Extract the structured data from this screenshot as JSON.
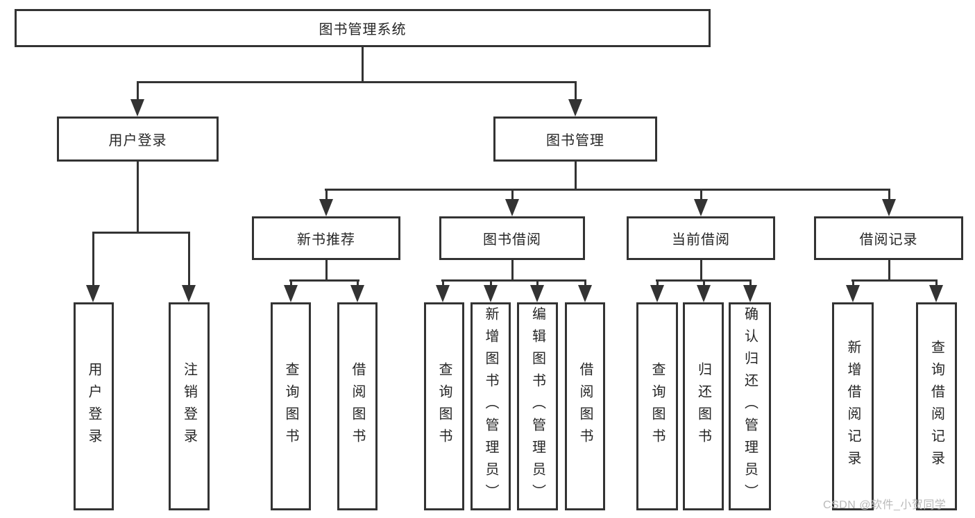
{
  "root": {
    "label": "图书管理系统"
  },
  "level2": {
    "user_login": {
      "label": "用户登录"
    },
    "book_mgmt": {
      "label": "图书管理"
    }
  },
  "level3": {
    "new_books": {
      "label": "新书推荐"
    },
    "borrow": {
      "label": "图书借阅"
    },
    "current": {
      "label": "当前借阅"
    },
    "records": {
      "label": "借阅记录"
    }
  },
  "leaves": {
    "user_login": [
      "用户登录",
      "注销登录"
    ],
    "new_books": [
      "查询图书",
      "借阅图书"
    ],
    "borrow": [
      "查询图书",
      "新增图书（管理员）",
      "编辑图书（管理员）",
      "借阅图书"
    ],
    "current": [
      "查询图书",
      "归还图书",
      "确认归还（管理员）"
    ],
    "records": [
      "新增借阅记录",
      "查询借阅记录"
    ]
  },
  "watermark": "CSDN @软件_小贺同学",
  "colors": {
    "line": "#333333",
    "text": "#262626",
    "watermark": "#b9b9b9",
    "background": "#ffffff"
  }
}
